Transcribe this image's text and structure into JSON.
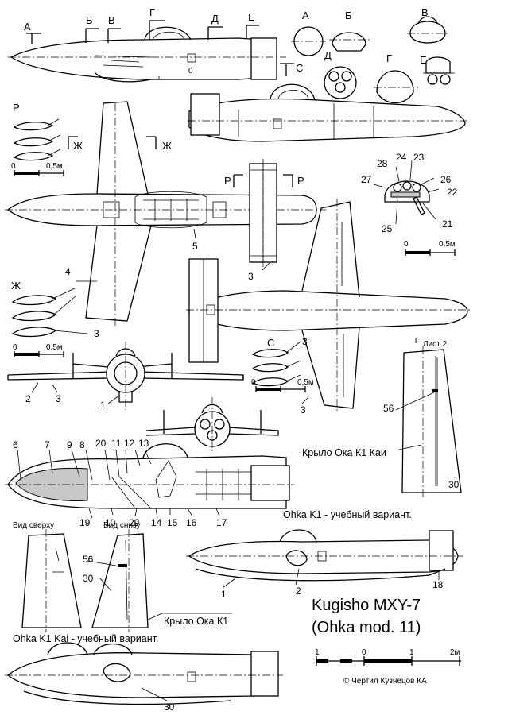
{
  "section_letters": {
    "a": "А",
    "b": "Б",
    "v": "В",
    "g": "Г",
    "d": "Д",
    "e": "Е",
    "s": "С",
    "zh": "Ж",
    "r": "Р",
    "t": "Т"
  },
  "scale": {
    "zero": "0",
    "half": "0,5м",
    "one": "1",
    "two": "2м"
  },
  "callouts": [
    "1",
    "2",
    "3",
    "4",
    "5",
    "6",
    "7",
    "8",
    "9",
    "10",
    "11",
    "12",
    "13",
    "14",
    "15",
    "16",
    "17",
    "18",
    "19",
    "20",
    "21",
    "22",
    "23",
    "24",
    "25",
    "26",
    "27",
    "28",
    "29",
    "30",
    "56"
  ],
  "captions": {
    "sheet": "Лист 2",
    "wing_k1_kai": "Крыло Ока К1 Каи",
    "wing_k1": "Крыло Ока К1",
    "view_top": "Вид сверху",
    "view_bottom": "Вид снизу",
    "k1_trainer": "Ohka K1 - учебный вариант.",
    "k1_kai_trainer": "Ohka K1 Kai - учебный вариант.",
    "title_line1": "Kugisho MXY-7",
    "title_line2": "(Ohka mod. 11)",
    "credit": "© Чертил Кузнецов КА"
  }
}
